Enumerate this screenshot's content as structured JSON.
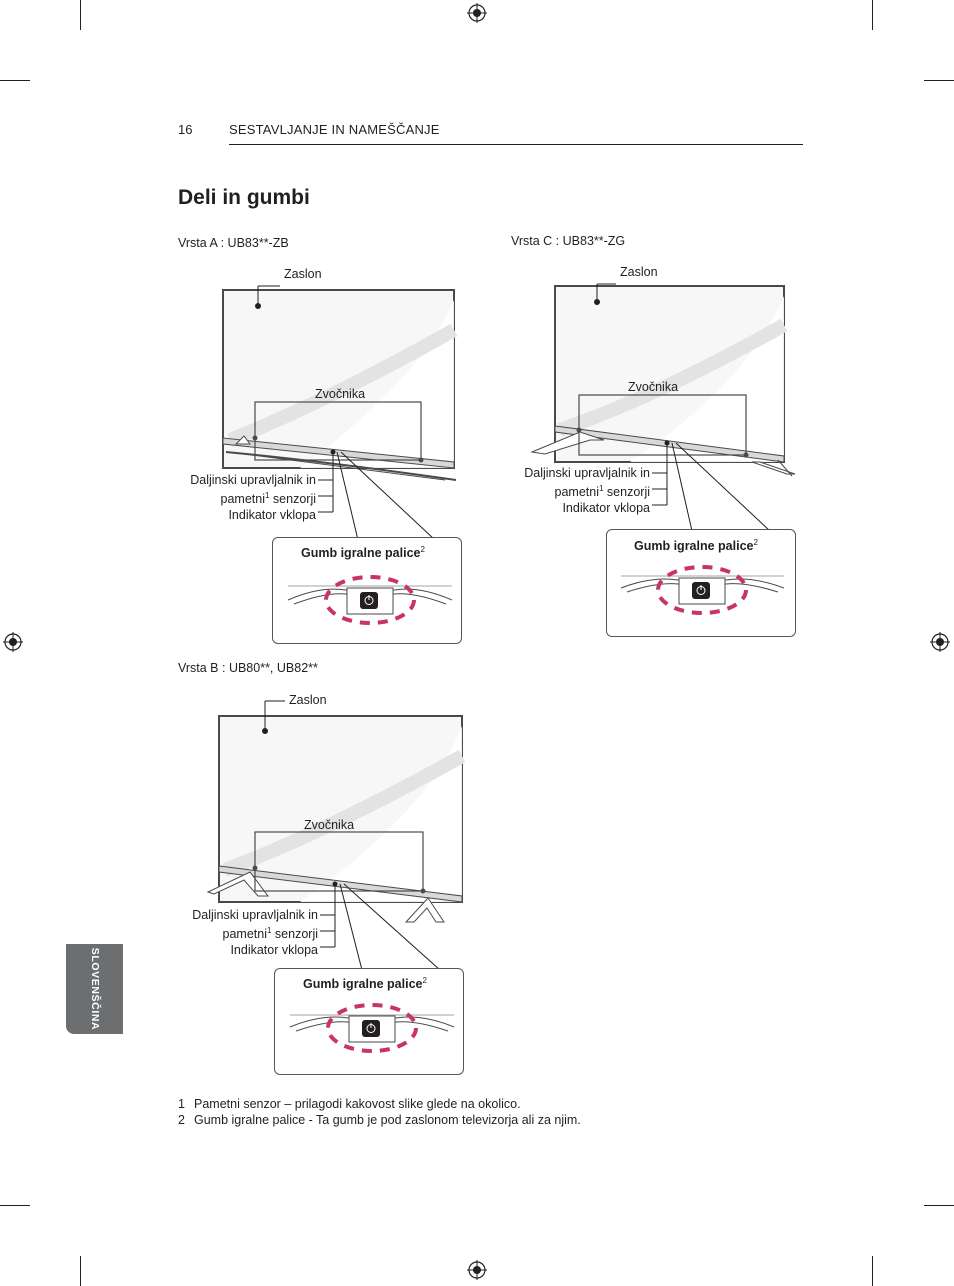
{
  "header": {
    "page_number": "16",
    "section_title": "SESTAVLJANJE IN NAMEŠČANJE"
  },
  "title": "Deli in gumbi",
  "side_tab": "SLOVENŠČINA",
  "variants": {
    "a": {
      "label": "Vrsta A : UB83**-ZB",
      "screen": "Zaslon",
      "speakers": "Zvočnika",
      "remote_line1": "Daljinski upravljalnik in",
      "remote_line2a": "pametni",
      "remote_sup": "1",
      "remote_line2b": " senzorji",
      "indicator": "Indikator vklopa",
      "joystick": "Gumb igralne palice",
      "joystick_sup": "2"
    },
    "c": {
      "label": "Vrsta C : UB83**-ZG",
      "screen": "Zaslon",
      "speakers": "Zvočnika",
      "remote_line1": "Daljinski upravljalnik in",
      "remote_line2a": "pametni",
      "remote_sup": "1",
      "remote_line2b": " senzorji",
      "indicator": "Indikator vklopa",
      "joystick": "Gumb igralne palice",
      "joystick_sup": "2"
    },
    "b": {
      "label": "Vrsta B : UB80**, UB82**",
      "screen": "Zaslon",
      "speakers": "Zvočnika",
      "remote_line1": "Daljinski upravljalnik in",
      "remote_line2a": "pametni",
      "remote_sup": "1",
      "remote_line2b": " senzorji",
      "indicator": "Indikator vklopa",
      "joystick": "Gumb igralne palice",
      "joystick_sup": "2"
    }
  },
  "footnotes": [
    {
      "num": "1",
      "text": "Pametni senzor – prilagodi kakovost slike glede na okolico."
    },
    {
      "num": "2",
      "text": "Gumb igralne palice - Ta gumb je pod zaslonom televizorja ali za njim."
    }
  ],
  "icons": [
    "registration-mark-icon",
    "power-icon"
  ],
  "colors": {
    "highlight_dash": "#c8336e",
    "tab": "#6d6e70",
    "text": "#231f20"
  }
}
